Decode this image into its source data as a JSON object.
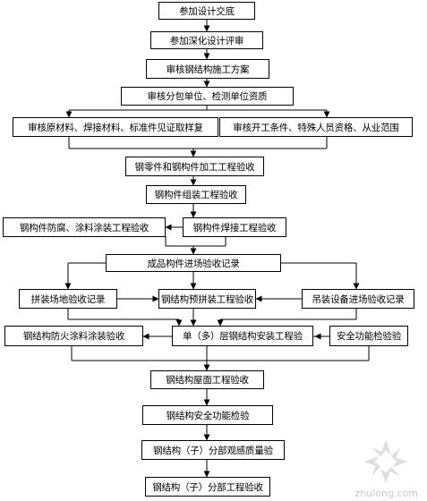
{
  "nodes": {
    "n1": "参加设计交底",
    "n2": "参加深化设计评审",
    "n3": "审核钢结构施工方案",
    "n4": "审核分包单位、检测单位资质",
    "n5": "审核原材料、焊接材料、标准件见证取样复",
    "n6": "审核开工条件、特殊人员资格、从业范围",
    "n7": "钢零件和钢构件加工工程验收",
    "n8": "钢构件组装工程验收",
    "n9": "钢构件防腐、涂料涂装工程验收",
    "n10": "钢构件焊接工程验收",
    "n11": "成品构件进场验收记录",
    "n12": "拼装场地验收记录",
    "n13": "钢结构预拼装工程验收",
    "n14": "吊装设备进场验收记录",
    "n15": "钢结构防火涂料涂装验收",
    "n16": "单（多）层钢结构安装工程验",
    "n17": "安全功能检验验",
    "n18": "钢结构屋面工程验收",
    "n19": "钢结构安全功能检验",
    "n20": "钢结构（子）分部观感质量验",
    "n21": "钢结构（子）分部工程验收"
  },
  "watermark": "zhulong.com"
}
